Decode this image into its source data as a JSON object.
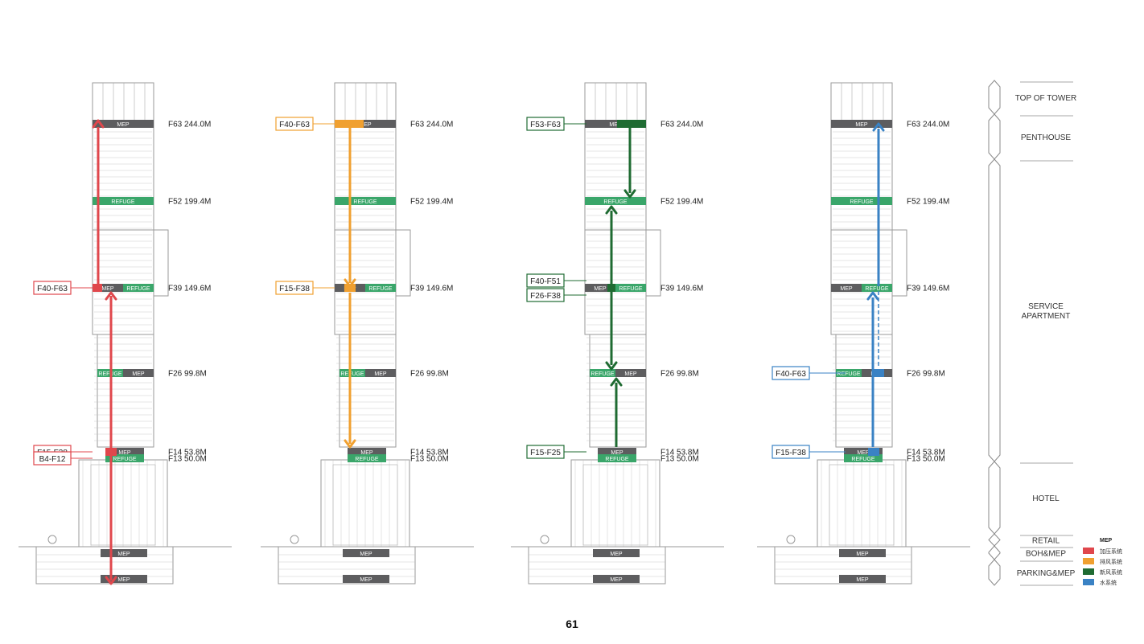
{
  "levels": [
    {
      "key": "f63",
      "label": "F63 244.0M"
    },
    {
      "key": "f52",
      "label": "F52 199.4M"
    },
    {
      "key": "f39",
      "label": "F39 149.6M"
    },
    {
      "key": "f26",
      "label": "F26 99.8M"
    },
    {
      "key": "f14",
      "label": "F14 53.8M"
    },
    {
      "key": "f13",
      "label": "F13 50.0M"
    }
  ],
  "band_labels": {
    "mep": "MEP",
    "refuge": "REFUGE"
  },
  "towers": [
    {
      "system_color": "#e0474c",
      "callouts": [
        {
          "text": "F40-F63",
          "level": "f39"
        },
        {
          "text": "F15-F38",
          "level": "f14"
        },
        {
          "text": "B4-F12",
          "level": "f13"
        }
      ]
    },
    {
      "system_color": "#f0a030",
      "callouts": [
        {
          "text": "F40-F63",
          "level": "f63"
        },
        {
          "text": "F15-F38",
          "level": "f39"
        }
      ]
    },
    {
      "system_color": "#1f6b32",
      "callouts": [
        {
          "text": "F53-F63",
          "level": "f63"
        },
        {
          "text": "F40-F51",
          "level": "f39a"
        },
        {
          "text": "F26-F38",
          "level": "f39b"
        },
        {
          "text": "F15-F25",
          "level": "f14"
        }
      ]
    },
    {
      "system_color": "#3a82c4",
      "callouts": [
        {
          "text": "F40-F63",
          "level": "f26"
        },
        {
          "text": "F15-F38",
          "level": "f14"
        }
      ]
    }
  ],
  "zones": [
    {
      "label": "TOP OF TOWER"
    },
    {
      "label": "PENTHOUSE"
    },
    {
      "label": "SERVICE APARTMENT"
    },
    {
      "label": "HOTEL"
    },
    {
      "label": "RETAIL"
    },
    {
      "label": "BOH&MEP"
    },
    {
      "label": "PARKING&MEP"
    }
  ],
  "legend": {
    "title": "MEP",
    "items": [
      {
        "label": "加压系统",
        "color": "#e0474c"
      },
      {
        "label": "排风系统",
        "color": "#f0a030"
      },
      {
        "label": "新风系统",
        "color": "#1f6b32"
      },
      {
        "label": "水系统",
        "color": "#3a82c4"
      }
    ]
  },
  "colors": {
    "mep": "#5d5d5f",
    "refuge": "#3aa66a",
    "line": "#9a9a9a"
  },
  "page_number": "61"
}
